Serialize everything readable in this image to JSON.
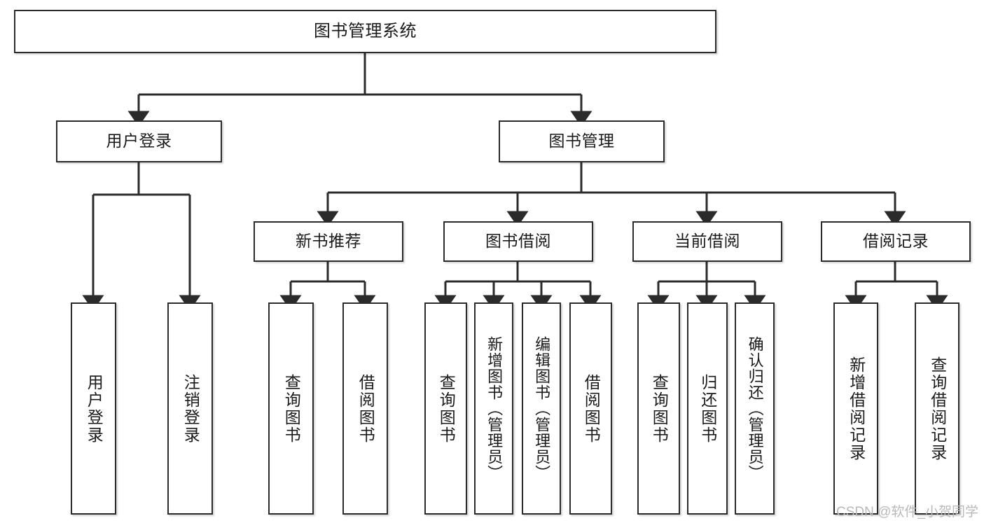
{
  "diagram": {
    "title": "图书管理系统",
    "watermark": "CSDN @软件_小贺同学",
    "line_color": "#2b2b2b",
    "box_fill": "#ffffff",
    "text_color": "#1a1a1a",
    "watermark_color": "#b9b9b9"
  },
  "nodes": {
    "root": {
      "label": "图书管理系统"
    },
    "level1": [
      {
        "label": "用户登录"
      },
      {
        "label": "图书管理"
      }
    ],
    "level2": [
      {
        "label": "新书推荐"
      },
      {
        "label": "图书借阅"
      },
      {
        "label": "当前借阅"
      },
      {
        "label": "借阅记录"
      }
    ],
    "leaves": {
      "user_login": [
        {
          "label": "用户登录"
        },
        {
          "label": "注销登录"
        }
      ],
      "new_book": [
        {
          "label": "查询图书"
        },
        {
          "label": "借阅图书"
        }
      ],
      "book_borrow": [
        {
          "label": "查询图书"
        },
        {
          "label": "新增图书（管理员）"
        },
        {
          "label": "编辑图书（管理员）"
        },
        {
          "label": "借阅图书"
        }
      ],
      "current_borrow": [
        {
          "label": "查询图书"
        },
        {
          "label": "归还图书"
        },
        {
          "label": "确认归还（管理员）"
        }
      ],
      "borrow_record": [
        {
          "label": "新增借阅记录"
        },
        {
          "label": "查询借阅记录"
        }
      ]
    }
  }
}
